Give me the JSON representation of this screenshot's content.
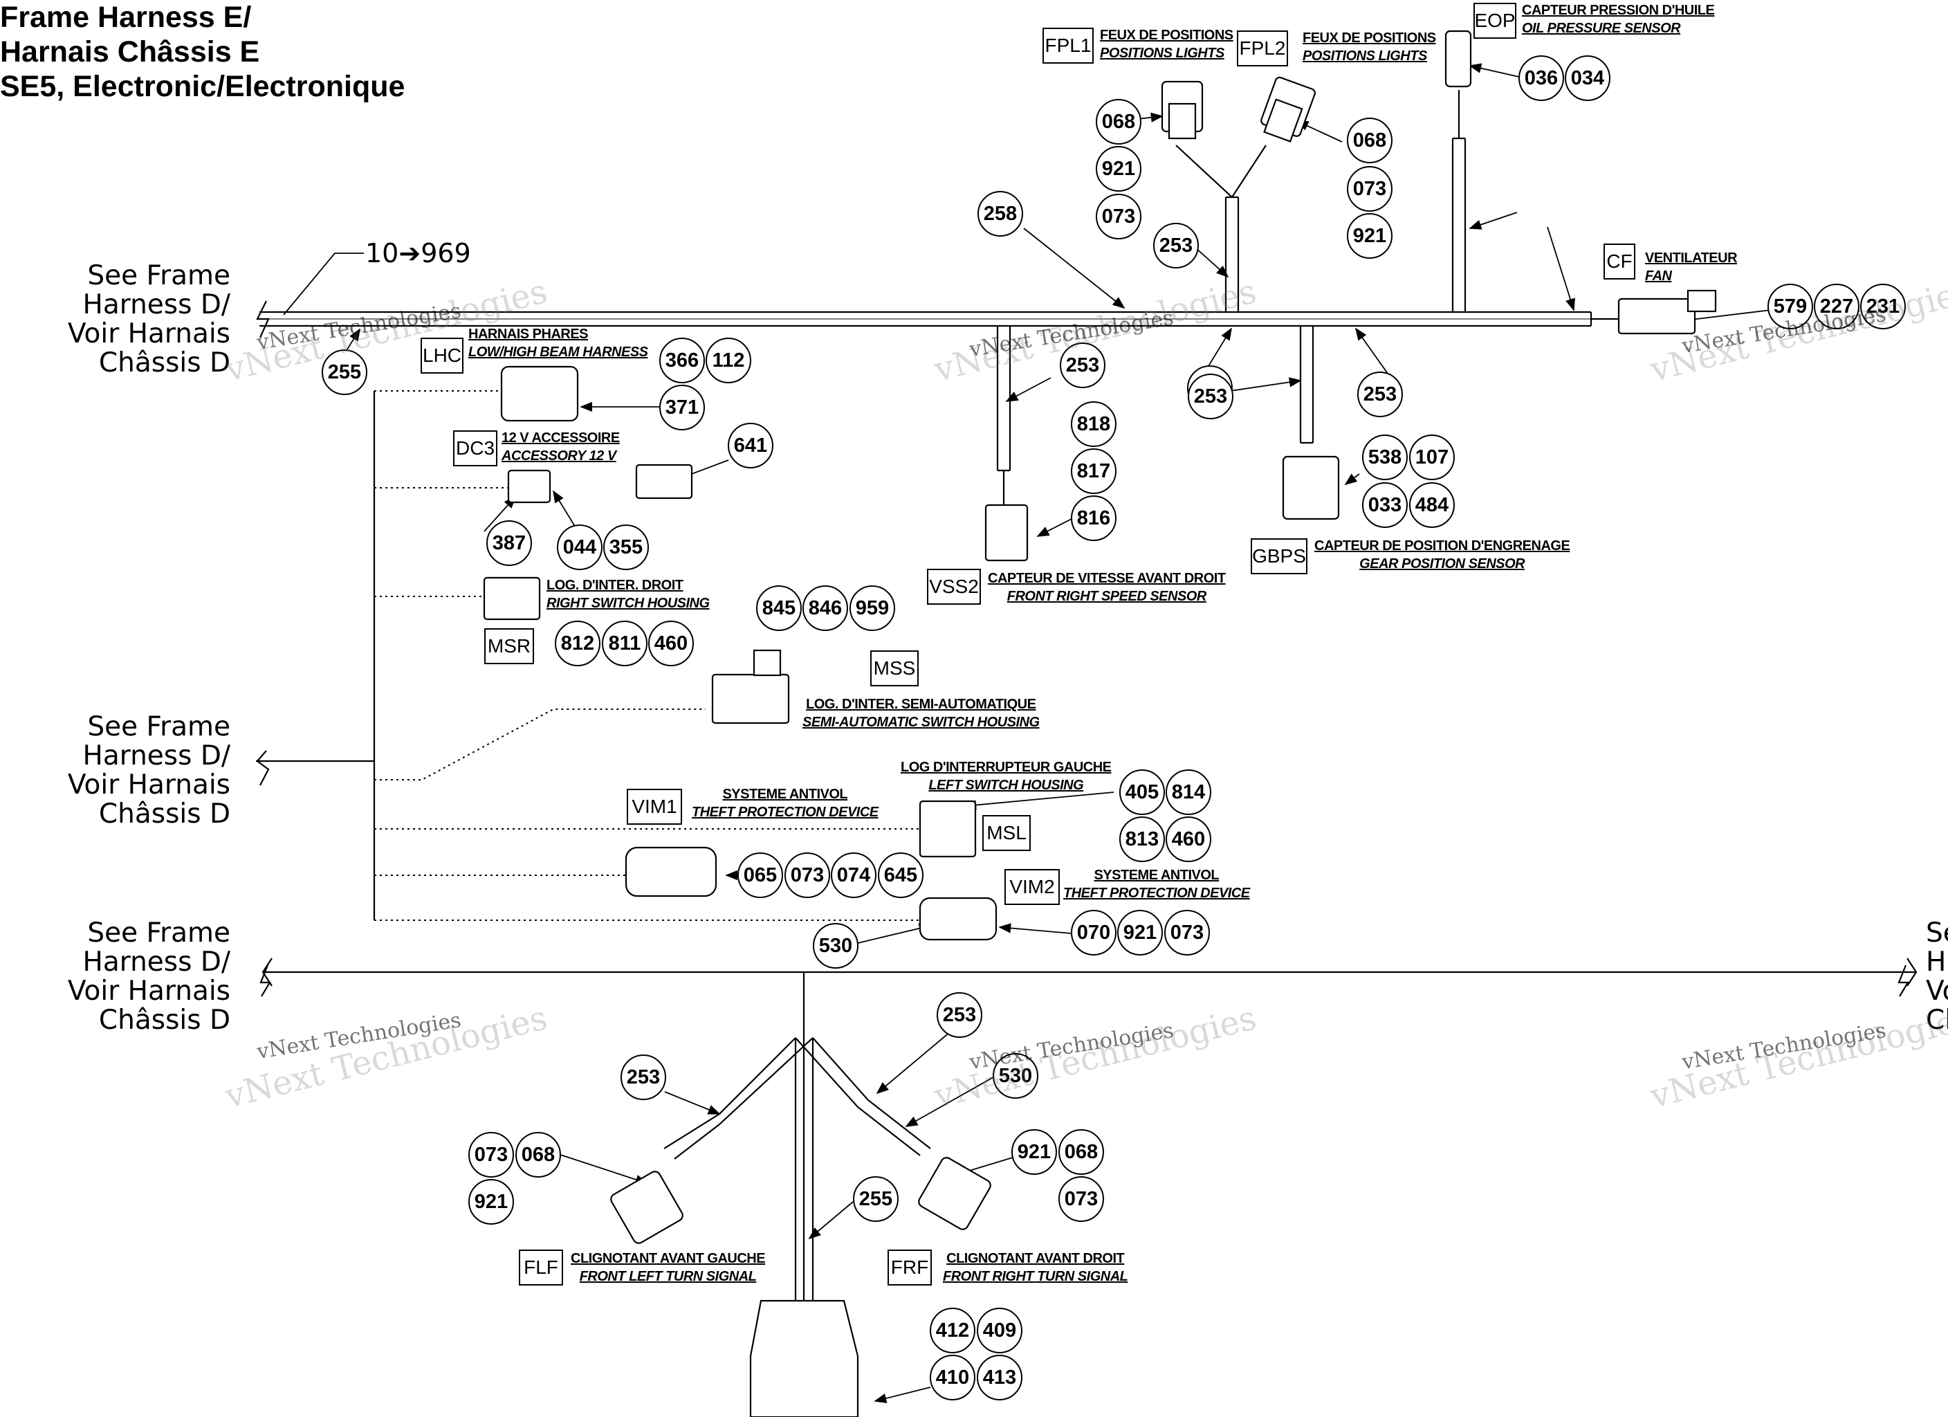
{
  "title": {
    "line1": "Frame Harness E/",
    "line2": "Harnais Châssis E",
    "line3": "SE5, Electronic/Electronique"
  },
  "see_refs": {
    "top": [
      "See Frame",
      "Harness D/",
      "Voir Harnais",
      "Châssis D"
    ],
    "middle": [
      "See Frame",
      "Harness D/",
      "Voir Harnais",
      "Châssis D"
    ],
    "bottom": [
      "See Frame",
      "Harness D/",
      "Voir Harnais",
      "Châssis D"
    ],
    "right": [
      "Se",
      "H",
      "Vo",
      "Cl"
    ]
  },
  "range_ref": "10➔969",
  "connectors": {
    "FPL1": {
      "code": "FPL1",
      "fr": "FEUX DE POSITIONS",
      "en": "POSITIONS LIGHTS"
    },
    "FPL2": {
      "code": "FPL2",
      "fr": "FEUX DE POSITIONS",
      "en": "POSITIONS LIGHTS"
    },
    "EOP": {
      "code": "EOP",
      "fr": "CAPTEUR PRESSION D'HUILE",
      "en": "OIL PRESSURE SENSOR"
    },
    "CF": {
      "code": "CF",
      "fr": "VENTILATEUR",
      "en": "FAN"
    },
    "LHC": {
      "code": "LHC",
      "fr": "HARNAIS PHARES",
      "en": "LOW/HIGH BEAM HARNESS"
    },
    "DC3": {
      "code": "DC3",
      "fr": "12 V ACCESSOIRE",
      "en": "ACCESSORY 12 V"
    },
    "MSR": {
      "code": "MSR",
      "fr": "LOG. D'INTER. DROIT",
      "en": "RIGHT SWITCH HOUSING"
    },
    "MSS": {
      "code": "MSS",
      "fr": "LOG. D'INTER. SEMI-AUTOMATIQUE",
      "en": "SEMI-AUTOMATIC SWITCH HOUSING"
    },
    "VSS2": {
      "code": "VSS2",
      "fr": "CAPTEUR DE VITESSE AVANT DROIT",
      "en": "FRONT RIGHT SPEED SENSOR"
    },
    "GBPS": {
      "code": "GBPS",
      "fr": "CAPTEUR DE POSITION D'ENGRENAGE",
      "en": "GEAR POSITION SENSOR"
    },
    "MSL": {
      "code": "MSL",
      "fr": "LOG D'INTERRUPTEUR GAUCHE",
      "en": "LEFT SWITCH HOUSING"
    },
    "VIM1": {
      "code": "VIM1",
      "fr": "SYSTEME ANTIVOL",
      "en": "THEFT PROTECTION DEVICE"
    },
    "VIM2": {
      "code": "VIM2",
      "fr": "SYSTEME ANTIVOL",
      "en": "THEFT PROTECTION DEVICE"
    },
    "FLF": {
      "code": "FLF",
      "fr": "CLIGNOTANT AVANT GAUCHE",
      "en": "FRONT LEFT TURN SIGNAL"
    },
    "FRF": {
      "code": "FRF",
      "fr": "CLIGNOTANT AVANT DROIT",
      "en": "FRONT RIGHT TURN SIGNAL"
    }
  },
  "callouts": [
    "068",
    "921",
    "073",
    "068",
    "073",
    "921",
    "036",
    "034",
    "258",
    "253",
    "253",
    "579",
    "227",
    "231",
    "255",
    "366",
    "112",
    "371",
    "641",
    "387",
    "044",
    "355",
    "253",
    "818",
    "817",
    "816",
    "253",
    "253",
    "538",
    "107",
    "033",
    "484",
    "812",
    "811",
    "460",
    "845",
    "846",
    "959",
    "405",
    "814",
    "813",
    "460",
    "065",
    "073",
    "074",
    "645",
    "530",
    "070",
    "921",
    "073",
    "253",
    "253",
    "530",
    "073",
    "068",
    "921",
    "921",
    "068",
    "073",
    "255",
    "412",
    "409",
    "410",
    "413"
  ],
  "watermark": "vNext Technologies",
  "watermark_big": "vNext Technologies"
}
